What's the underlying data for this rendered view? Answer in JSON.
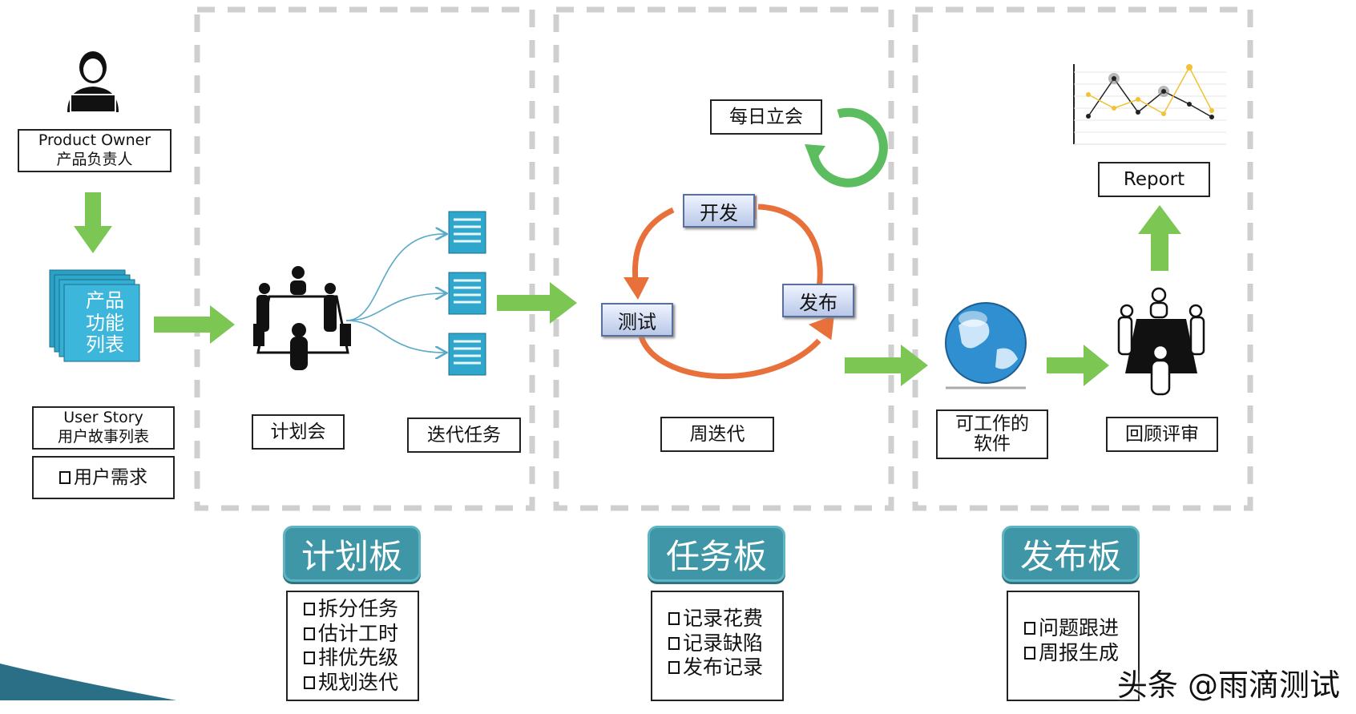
{
  "product_owner": {
    "line1": "Product Owner",
    "line2": "产品负责人"
  },
  "backlog_stack_label": [
    "产品",
    "功能",
    "列表"
  ],
  "user_story": {
    "line1": "User Story",
    "line2": "用户故事列表"
  },
  "user_needs": "用户需求",
  "planning_meeting": "计划会",
  "iteration_tasks": "迭代任务",
  "daily_standup": "每日立会",
  "cycle": {
    "develop": "开发",
    "release": "发布",
    "test": "测试"
  },
  "weekly_iteration": "周迭代",
  "working_software": {
    "line1": "可工作的",
    "line2": "软件"
  },
  "report": "Report",
  "review": "回顾评审",
  "boards": {
    "plan": {
      "title": "计划板",
      "items": [
        "拆分任务",
        "估计工时",
        "排优先级",
        "规划迭代"
      ]
    },
    "task": {
      "title": "任务板",
      "items": [
        "记录花费",
        "记录缺陷",
        "发布记录"
      ]
    },
    "release": {
      "title": "发布板",
      "items": [
        "问题跟进",
        "周报生成"
      ]
    }
  },
  "watermark": "头条 @雨滴测试",
  "colors": {
    "green_arrow": "#7cc653",
    "orange_cycle": "#e8703a",
    "board_teal": "#3e96a6",
    "dashed_border": "#cfcfcf"
  }
}
